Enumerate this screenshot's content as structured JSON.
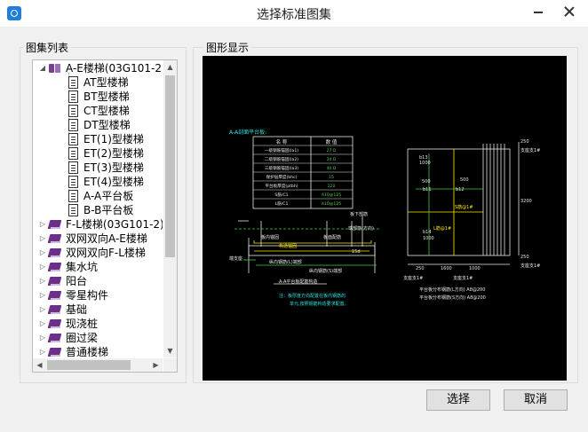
{
  "window": {
    "title": "选择标准图集"
  },
  "left_group": {
    "label": "图集列表"
  },
  "right_group": {
    "label": "图形显示"
  },
  "tree": {
    "root_open": {
      "label": "A-E楼梯(03G101-2)"
    },
    "children": [
      "AT型楼梯",
      "BT型楼梯",
      "CT型楼梯",
      "DT型楼梯",
      "ET(1)型楼梯",
      "ET(2)型楼梯",
      "ET(3)型楼梯",
      "ET(4)型楼梯",
      "A-A平台板",
      "B-B平台板"
    ],
    "roots": [
      "F-L楼梯(03G101-2)",
      "双网双向A-E楼梯",
      "双网双向F-L楼梯",
      "集水坑",
      "阳台",
      "零星构件",
      "基础",
      "现浇桩",
      "圈过梁",
      "普通楼梯"
    ]
  },
  "drawing": {
    "left_title": "A-A剖面平台板:",
    "table_header": [
      "名 称",
      "数 值"
    ],
    "table_rows": [
      [
        "一级钢筋锚固(la1)",
        "27 D"
      ],
      [
        "二级钢筋锚固(la2)",
        "34 D"
      ],
      [
        "三级钢筋锚固(la3)",
        "40 D"
      ],
      [
        "保护层厚度(bhc)",
        "15"
      ],
      [
        "平台板厚度(ptbh)",
        "120"
      ],
      [
        "S筋/C1",
        "A10@125"
      ],
      [
        "L筋/C1",
        "A10@125"
      ]
    ],
    "sec_labels": {
      "a": "板内锚固",
      "b": "构造锚固",
      "c": "构造锚固",
      "d": "板面配筋",
      "e": "板下部筋",
      "f": "端部筋(方向)",
      "g": "端支座",
      "h": "15d",
      "i": "纵向钢筋(L)端部",
      "j": "纵向钢筋(S)端部",
      "k": "A-A平台板配筋构造",
      "note1": "注：板厚度方向配置在板内钢筋的",
      "note2": "单元,按照钢筋构造要求配置。",
      "dims": [
        "250",
        "1000",
        "500",
        "500",
        "3200",
        "1600",
        "250",
        "250",
        "1000",
        "1000",
        "250"
      ],
      "side": [
        "支座支1#",
        "支座支1#",
        "支座支1#"
      ],
      "bottom": [
        "支座支1#",
        "支座支1#"
      ],
      "b14a": "b14",
      "b14b": "1000",
      "s_bar": "S筋@1#",
      "l_bar": "L筋@1#",
      "b11": "b11",
      "b12": "b12",
      "b13": "b13",
      "cap1": "平台板分布钢筋(L方向) A8@200",
      "cap2": "平台板分布钢筋(S方向) A8@200"
    }
  },
  "buttons": {
    "ok": "选择",
    "cancel": "取消"
  }
}
